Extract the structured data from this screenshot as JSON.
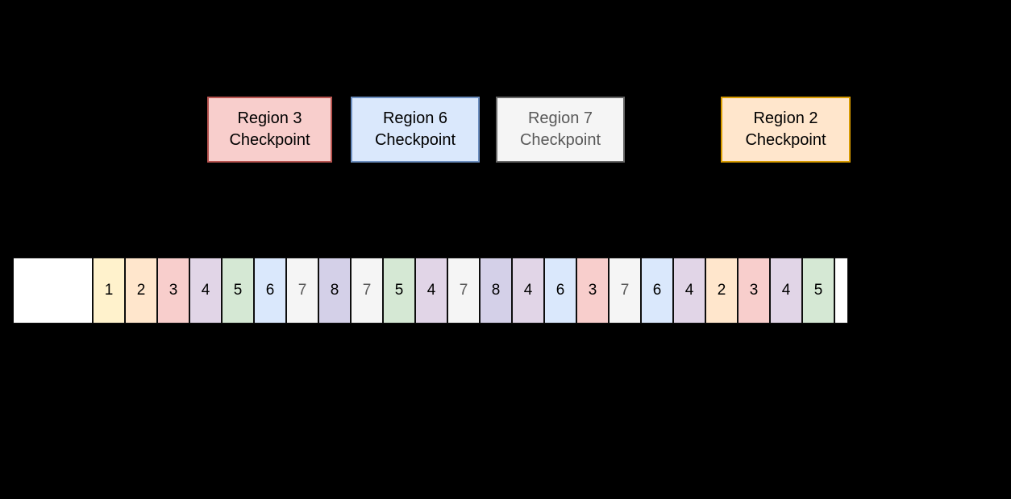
{
  "colors": {
    "background": "#000000",
    "lead_fill": "#ffffff",
    "tail_fill": "#ffffff"
  },
  "checkpoints": [
    {
      "label": "Region 3\nCheckpoint",
      "fill": "#f8cecc",
      "border": "#b85450",
      "text_color": "#000000"
    },
    {
      "label": "Region 6\nCheckpoint",
      "fill": "#dae8fc",
      "border": "#6c8ebf",
      "text_color": "#000000"
    },
    {
      "label": "Region 7\nCheckpoint",
      "fill": "#f5f5f5",
      "border": "#666666",
      "text_color": "#595959"
    },
    {
      "label": "Region 2\nCheckpoint",
      "fill": "#ffe6cc",
      "border": "#d79b00",
      "text_color": "#000000"
    }
  ],
  "log_strip": {
    "cells": [
      {
        "value": "1",
        "fill": "#fff2cc",
        "text_color": "#000000"
      },
      {
        "value": "2",
        "fill": "#ffe6cc",
        "text_color": "#000000"
      },
      {
        "value": "3",
        "fill": "#f8cecc",
        "text_color": "#000000"
      },
      {
        "value": "4",
        "fill": "#e1d5e7",
        "text_color": "#000000"
      },
      {
        "value": "5",
        "fill": "#d5e8d4",
        "text_color": "#000000"
      },
      {
        "value": "6",
        "fill": "#dae8fc",
        "text_color": "#000000"
      },
      {
        "value": "7",
        "fill": "#f5f5f5",
        "text_color": "#595959"
      },
      {
        "value": "8",
        "fill": "#d4d0e8",
        "text_color": "#000000"
      },
      {
        "value": "7",
        "fill": "#f5f5f5",
        "text_color": "#595959"
      },
      {
        "value": "5",
        "fill": "#d5e8d4",
        "text_color": "#000000"
      },
      {
        "value": "4",
        "fill": "#e1d5e7",
        "text_color": "#000000"
      },
      {
        "value": "7",
        "fill": "#f5f5f5",
        "text_color": "#595959"
      },
      {
        "value": "8",
        "fill": "#d4d0e8",
        "text_color": "#000000"
      },
      {
        "value": "4",
        "fill": "#e1d5e7",
        "text_color": "#000000"
      },
      {
        "value": "6",
        "fill": "#dae8fc",
        "text_color": "#000000"
      },
      {
        "value": "3",
        "fill": "#f8cecc",
        "text_color": "#000000"
      },
      {
        "value": "7",
        "fill": "#f5f5f5",
        "text_color": "#595959"
      },
      {
        "value": "6",
        "fill": "#dae8fc",
        "text_color": "#000000"
      },
      {
        "value": "4",
        "fill": "#e1d5e7",
        "text_color": "#000000"
      },
      {
        "value": "2",
        "fill": "#ffe6cc",
        "text_color": "#000000"
      },
      {
        "value": "3",
        "fill": "#f8cecc",
        "text_color": "#000000"
      },
      {
        "value": "4",
        "fill": "#e1d5e7",
        "text_color": "#000000"
      },
      {
        "value": "5",
        "fill": "#d5e8d4",
        "text_color": "#000000"
      }
    ]
  }
}
